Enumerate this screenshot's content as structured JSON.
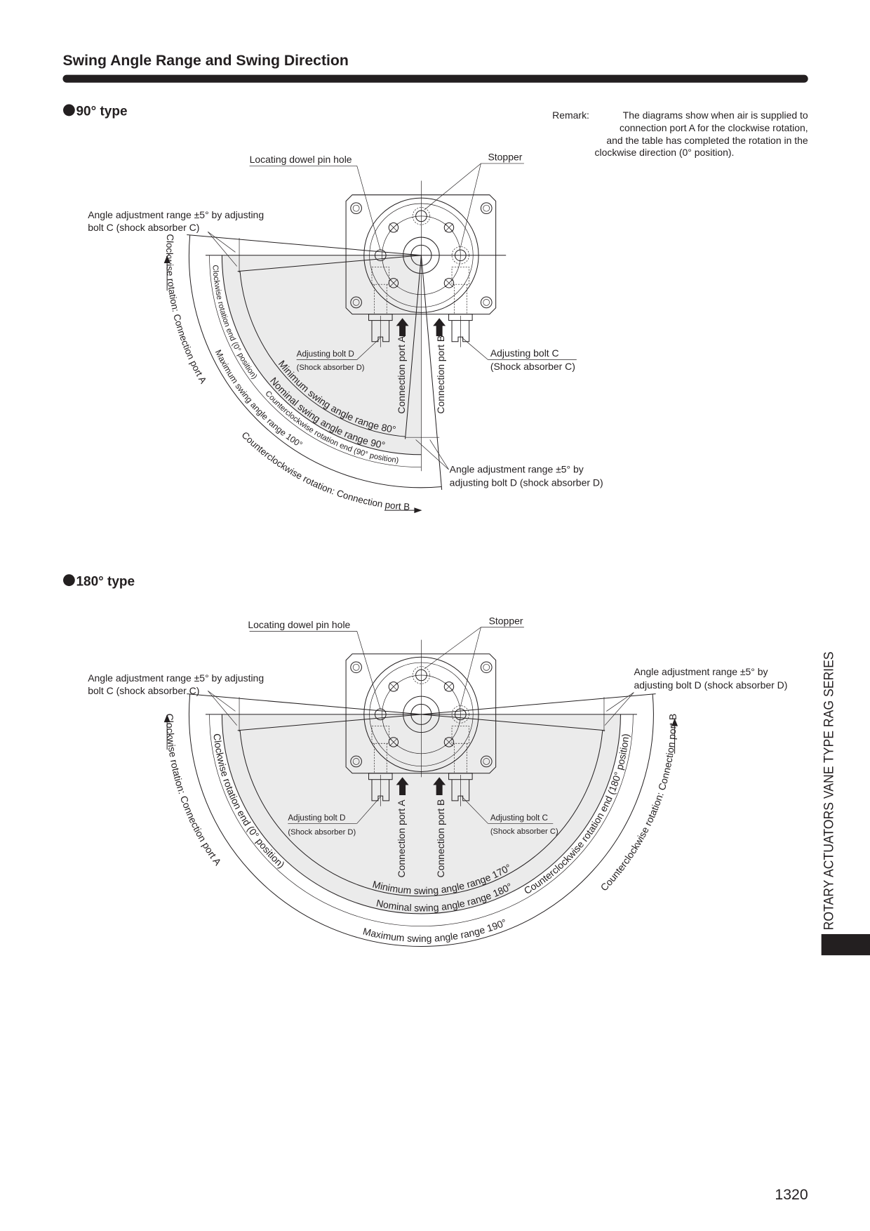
{
  "page_title": "Swing Angle Range and Swing Direction",
  "remark": {
    "prefix": "Remark:",
    "lines": [
      "The diagrams show when air is supplied to",
      "connection port A for the clockwise rotation,",
      "and the table has completed the rotation in the",
      "clockwise direction (0° position)."
    ]
  },
  "type90": {
    "heading": "90° type",
    "dowel": "Locating dowel pin hole",
    "stopper": "Stopper",
    "adj_c": [
      "Angle adjustment range ±5° by adjusting",
      "bolt C (shock absorber C)"
    ],
    "adj_d": [
      "Angle adjustment range ±5° by",
      "adjusting bolt D (shock absorber D)"
    ],
    "bolt_d": [
      "Adjusting bolt D",
      "(Shock absorber D)"
    ],
    "bolt_c": [
      "Adjusting bolt C",
      "(Shock absorber C)"
    ],
    "port_a": "Connection port A",
    "port_b": "Connection port B",
    "min": "Minimum swing angle range 80°",
    "nominal": "Nominal swing angle range 90°",
    "max": "Maximum swing angle range 100°",
    "cw_end": "Clockwise rotation end (0° position)",
    "ccw_end": "Counterclockwise rotation end (90° position)",
    "cw_rot": "Clockwise rotation: Connection port A",
    "ccw_rot": "Counterclockwise rotation: Connection port B"
  },
  "type180": {
    "heading": "180° type",
    "dowel": "Locating dowel pin hole",
    "stopper": "Stopper",
    "adj_c": [
      "Angle adjustment range ±5° by adjusting",
      "bolt C (shock absorber C)"
    ],
    "adj_d": [
      "Angle adjustment range ±5° by",
      "adjusting bolt D (shock absorber D)"
    ],
    "bolt_d": [
      "Adjusting bolt D",
      "(Shock absorber D)"
    ],
    "bolt_c": [
      "Adjusting bolt C",
      "(Shock absorber C)"
    ],
    "port_a": "Connection port A",
    "port_b": "Connection port B",
    "min": "Minimum swing angle range 170°",
    "nominal": "Nominal swing angle range 180°",
    "max": "Maximum swing angle range 190°",
    "cw_end": "Clockwise rotation end (0° position)",
    "ccw_end": "Counterclockwise rotation end (180° position)",
    "cw_rot": "Clockwise rotation: Connection port A",
    "ccw_rot": "Counterclockwise rotation: Connection port B"
  },
  "side_tab": "ROTARY ACTUATORS VANE TYPE RAG SERIES",
  "page_number": "1320",
  "colors": {
    "ink": "#231f20",
    "shade": "#ebebeb"
  }
}
